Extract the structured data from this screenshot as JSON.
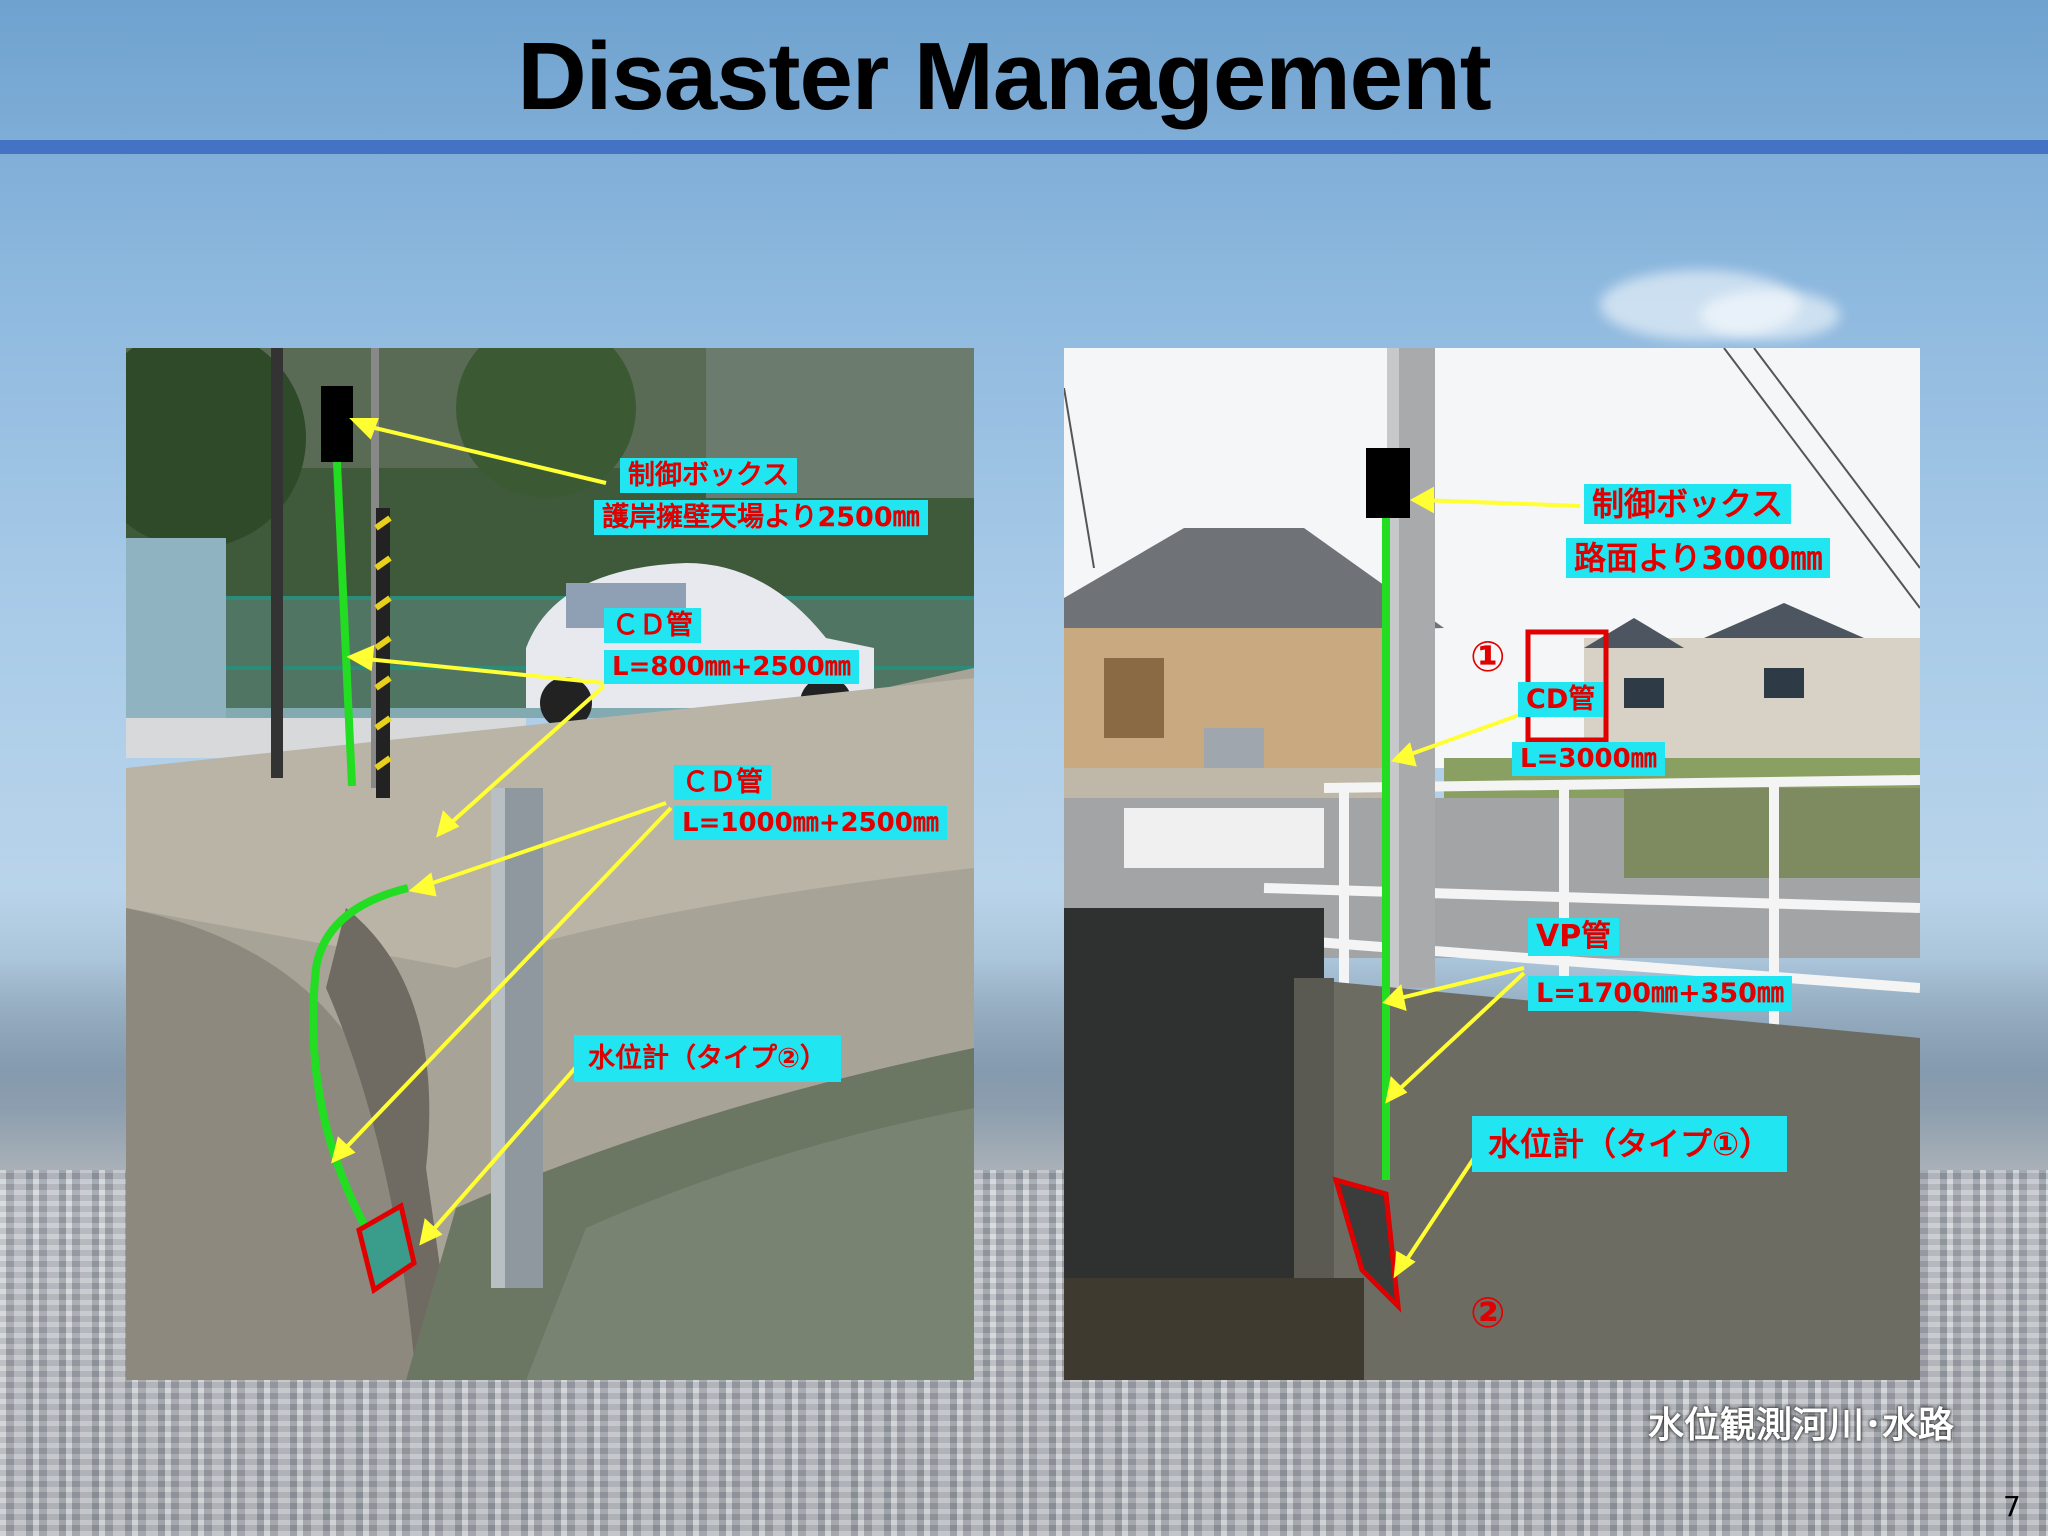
{
  "title": "Disaster Management",
  "left_photo": {
    "labels": {
      "control_box_1": "制御ボックス",
      "control_box_2": "護岸擁壁天場より2500㎜",
      "cd_pipe_a_1": "ＣＤ管",
      "cd_pipe_a_2": "L=800㎜+2500㎜",
      "cd_pipe_b_1": "ＣＤ管",
      "cd_pipe_b_2": "L=1000㎜+2500㎜",
      "water_gauge": "水位計（タイプ②）"
    }
  },
  "right_photo": {
    "labels": {
      "control_box_1": "制御ボックス",
      "control_box_2": "路面より3000㎜",
      "cd_pipe_1": "CD管",
      "cd_pipe_2": "L=3000㎜",
      "vp_pipe_1": "VP管",
      "vp_pipe_2": "L=1700㎜+350㎜",
      "water_gauge": "水位計（タイプ①）",
      "marker_1": "①",
      "marker_2": "②"
    }
  },
  "footer_note": "水位観測河川･水路",
  "page_number": "7",
  "colors": {
    "title_rule": "#4472c4",
    "label_bg": "#22e5f2",
    "label_text": "#e00000",
    "arrow": "#ffff33",
    "pipe": "#22dd22",
    "gauge": "#e00000"
  }
}
